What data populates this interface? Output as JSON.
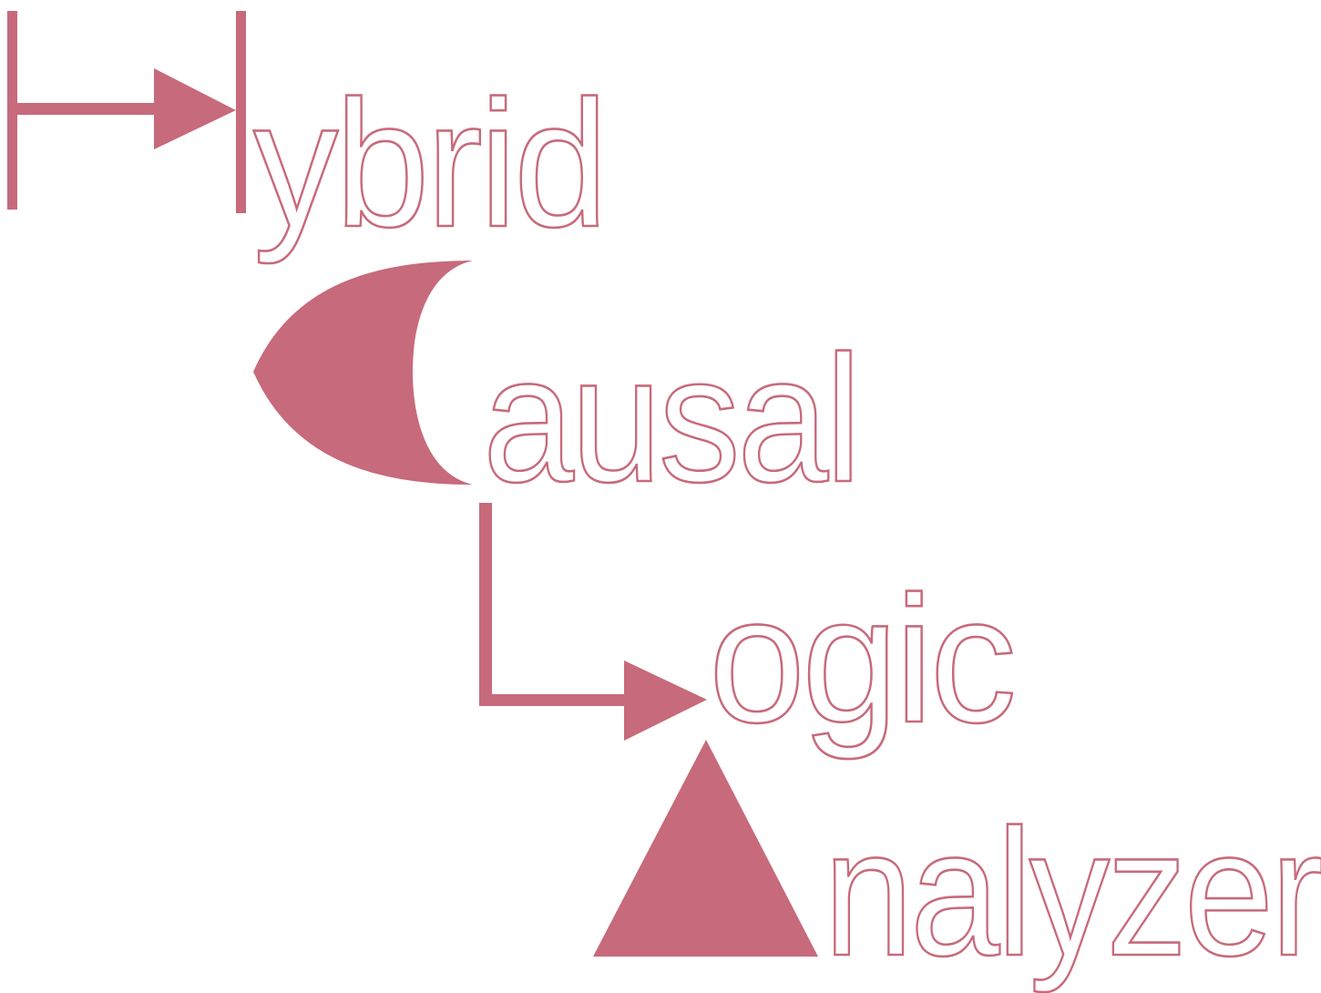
{
  "brand": {
    "color": "#c76a7b",
    "words": [
      {
        "glyph": "arrow-h-icon",
        "rest": "ybrid"
      },
      {
        "glyph": "or-gate-c-icon",
        "rest": "ausal"
      },
      {
        "glyph": "arrow-l-icon",
        "rest": "ogic"
      },
      {
        "glyph": "triangle-a-icon",
        "rest": "nalyzer"
      }
    ]
  }
}
